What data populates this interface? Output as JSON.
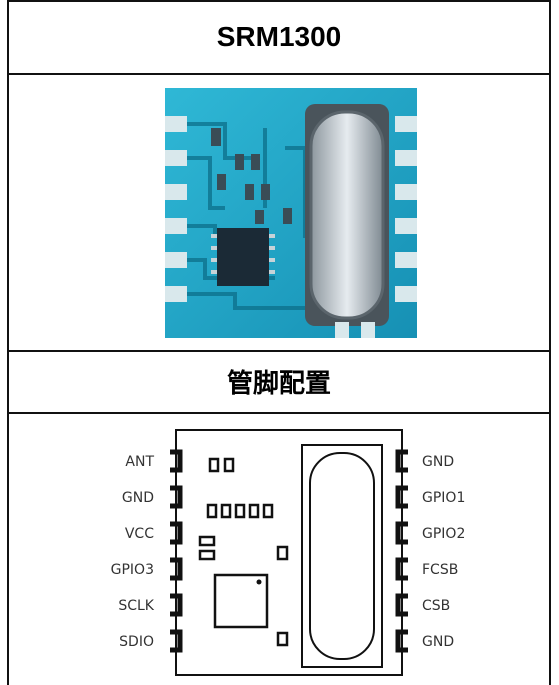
{
  "table": {
    "title": "SRM1300",
    "subtitle": "管脚配置"
  },
  "pinout": {
    "left_pins": [
      "ANT",
      "GND",
      "VCC",
      "GPIO3",
      "SCLK",
      "SDIO"
    ],
    "right_pins": [
      "GND",
      "GPIO1",
      "GPIO2",
      "FCSB",
      "CSB",
      "GND"
    ]
  },
  "colors": {
    "pcb": "#1aa8c8",
    "pcb_dark": "#0c6f8a",
    "pads": "#d8e6ea",
    "chip": "#1b2a36",
    "crystal": "#c9d0d6",
    "line": "#111111"
  }
}
